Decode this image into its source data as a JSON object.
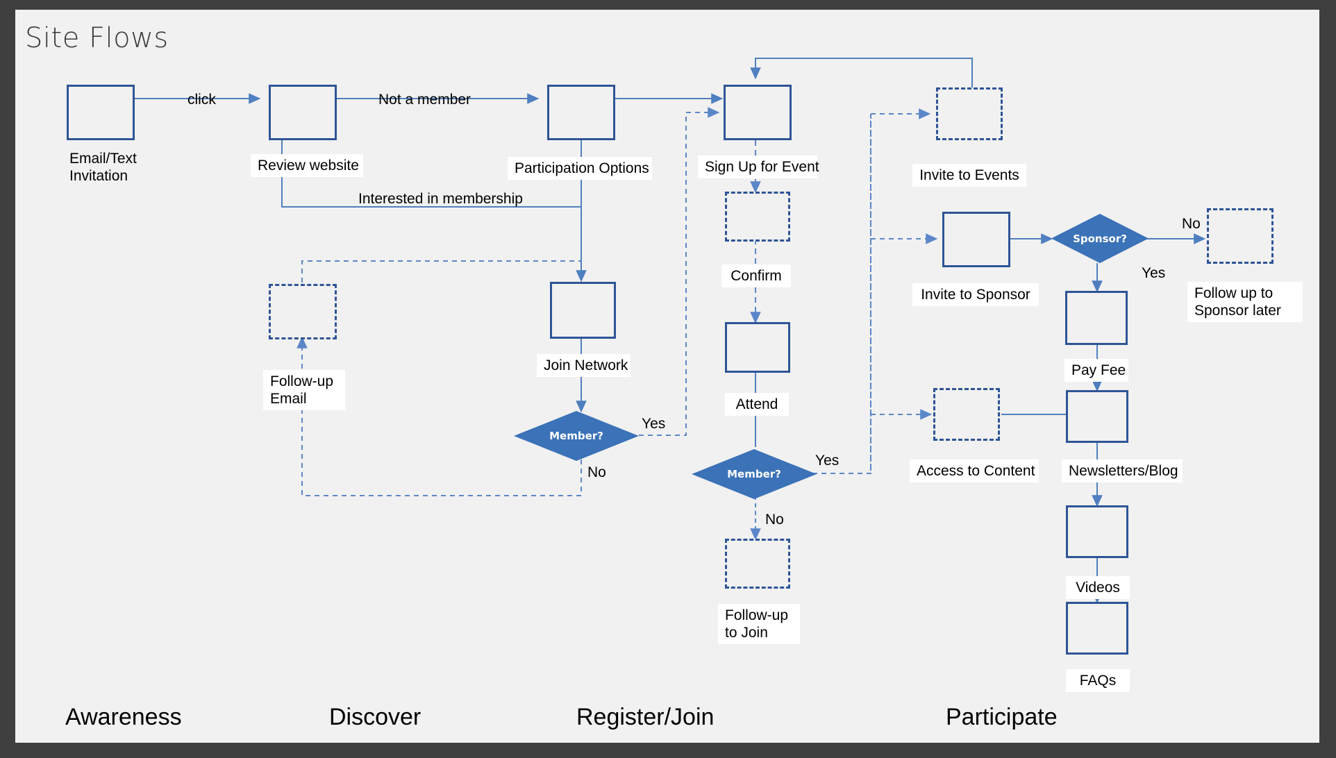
{
  "canvas": {
    "title": "Site Flows",
    "bg": "#f1f1f1",
    "frame": "#3f3f3f"
  },
  "colors": {
    "node_border": "#2e5496",
    "diamond_fill": "#3b72b8",
    "connector_solid": "#4f7fc0",
    "connector_dashed": "#5b86c8",
    "caption_bg": "#ffffff",
    "text": "#000000",
    "title": "#3b3b3b"
  },
  "nodes": [
    {
      "id": "email_text_invitation",
      "label": "Email/Text\nInvitation",
      "style": "solid"
    },
    {
      "id": "review_website",
      "label": "Review website",
      "style": "solid"
    },
    {
      "id": "participation_options",
      "label": "Participation Options",
      "style": "solid"
    },
    {
      "id": "join_network",
      "label": "Join Network",
      "style": "solid"
    },
    {
      "id": "follow_up_email",
      "label": "Follow-up\nEmail",
      "style": "dashed"
    },
    {
      "id": "sign_up_for_event",
      "label": "Sign Up for Event",
      "style": "solid"
    },
    {
      "id": "confirm",
      "label": "Confirm",
      "style": "dashed"
    },
    {
      "id": "attend",
      "label": "Attend",
      "style": "solid"
    },
    {
      "id": "follow_up_to_join",
      "label": "Follow-up\nto Join",
      "style": "dashed"
    },
    {
      "id": "invite_to_events",
      "label": "Invite to Events",
      "style": "dashed"
    },
    {
      "id": "invite_to_sponsor",
      "label": "Invite to Sponsor",
      "style": "solid"
    },
    {
      "id": "follow_up_to_sponsor_later",
      "label": "Follow up to\nSponsor later",
      "style": "dashed"
    },
    {
      "id": "pay_fee",
      "label": "Pay Fee",
      "style": "solid"
    },
    {
      "id": "access_to_content",
      "label": "Access to Content",
      "style": "dashed"
    },
    {
      "id": "newsletters_blog",
      "label": "Newsletters/Blog",
      "style": "solid"
    },
    {
      "id": "videos",
      "label": "Videos",
      "style": "solid"
    },
    {
      "id": "faqs",
      "label": "FAQs",
      "style": "solid"
    }
  ],
  "decisions": [
    {
      "id": "member_join",
      "label": "Member?"
    },
    {
      "id": "member_attend",
      "label": "Member?"
    },
    {
      "id": "sponsor",
      "label": "Sponsor?"
    }
  ],
  "edge_labels": {
    "click": "click",
    "not_a_member": "Not a member",
    "interested_in_membership": "Interested in membership",
    "member_join_yes": "Yes",
    "member_join_no": "No",
    "member_attend_yes": "Yes",
    "member_attend_no": "No",
    "sponsor_yes": "Yes",
    "sponsor_no": "No"
  },
  "phases": [
    {
      "id": "awareness",
      "label": "Awareness"
    },
    {
      "id": "discover",
      "label": "Discover"
    },
    {
      "id": "register_join",
      "label": "Register/Join"
    },
    {
      "id": "participate",
      "label": "Participate"
    }
  ]
}
